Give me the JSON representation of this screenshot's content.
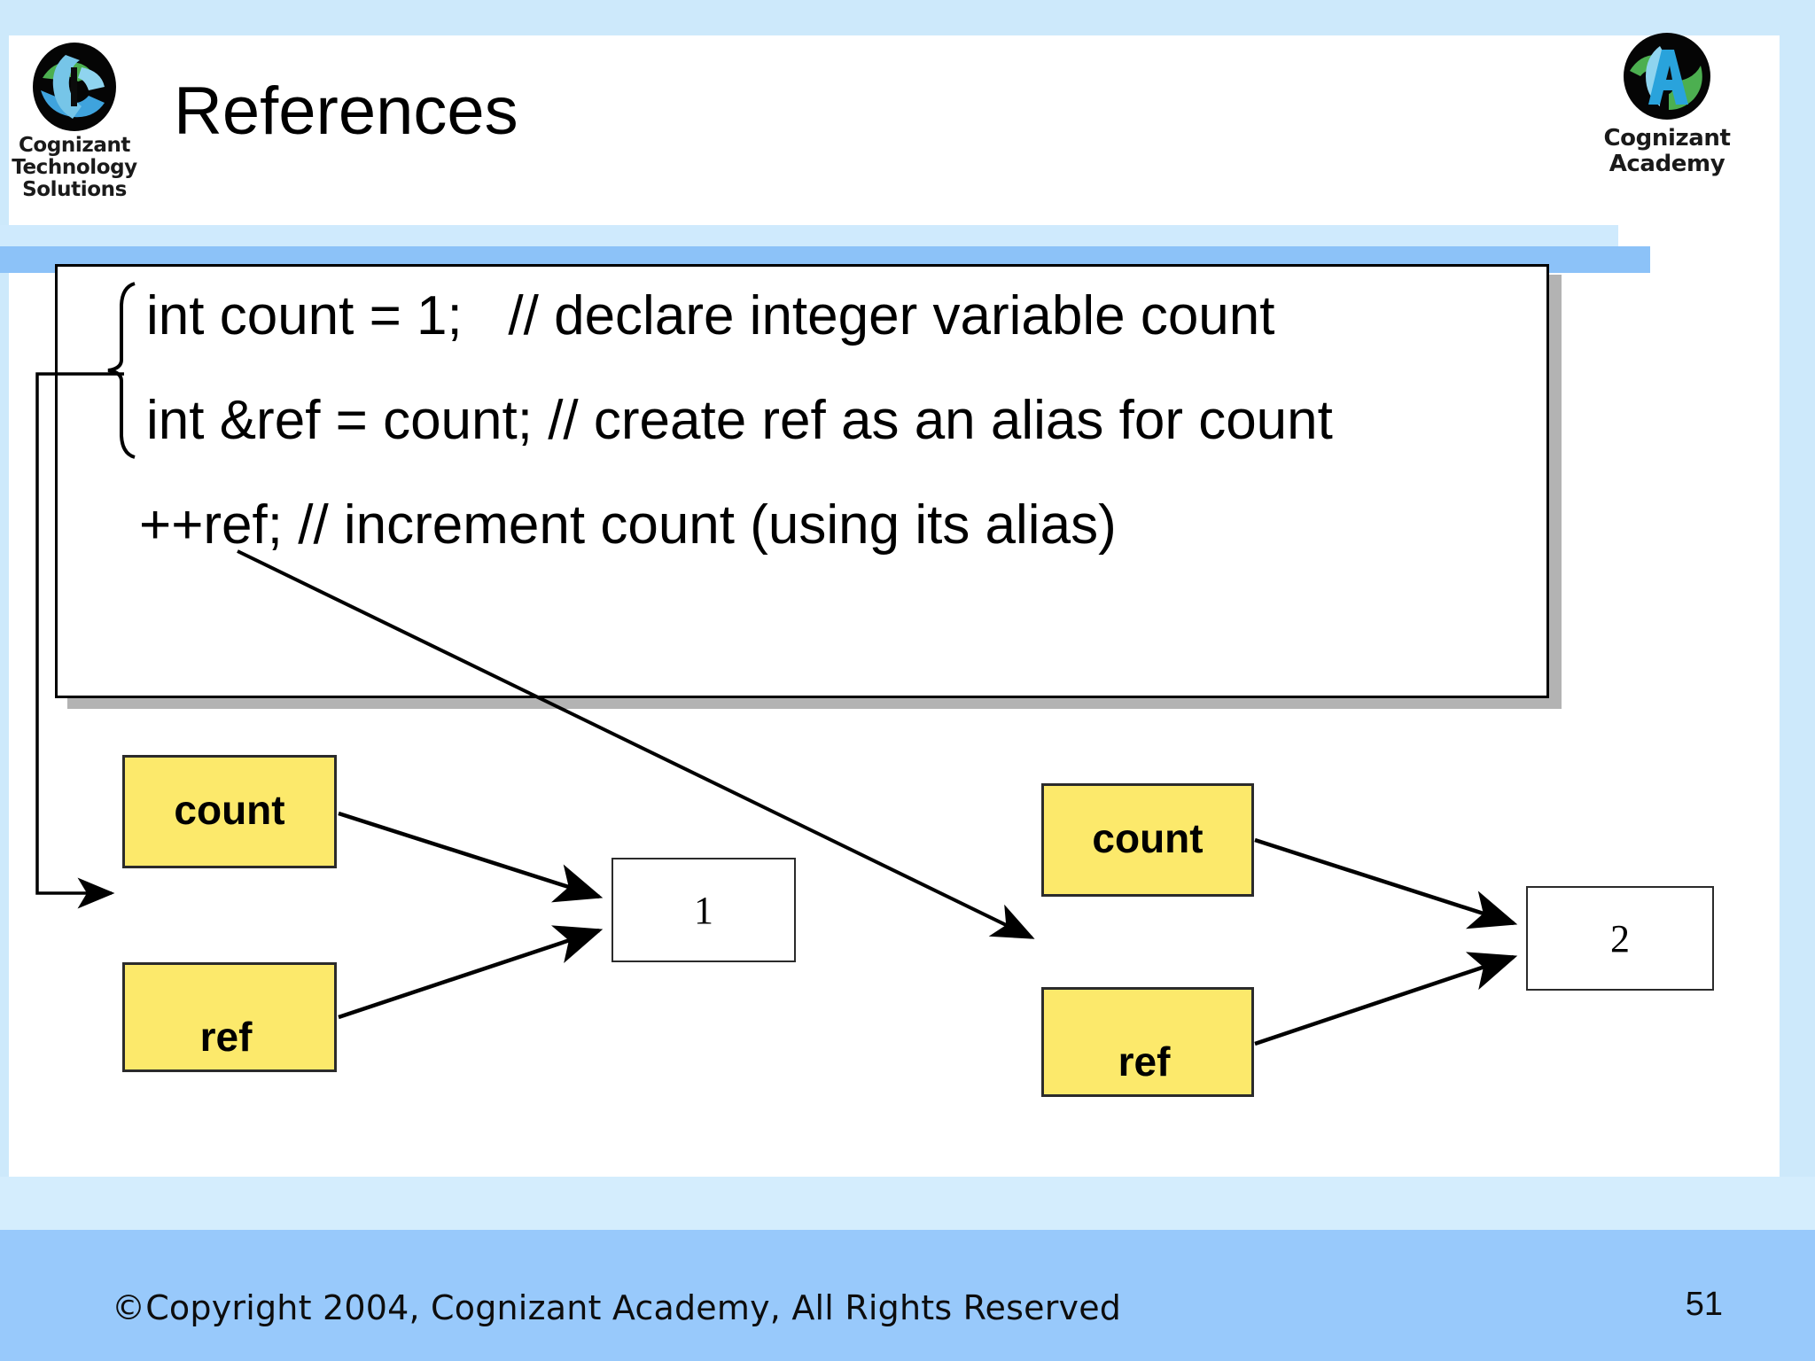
{
  "slide": {
    "title": "References",
    "page_number": "51",
    "footer": "©Copyright 2004, Cognizant Academy, All Rights Reserved"
  },
  "logos": {
    "left": {
      "name": "cognizant-technology-solutions-logo",
      "line1": "Cognizant",
      "line2": "Technology",
      "line3": "Solutions"
    },
    "right": {
      "name": "cognizant-academy-logo",
      "line1": "Cognizant",
      "line2": "Academy"
    }
  },
  "code_panel": {
    "lines": [
      "int count = 1;   // declare integer variable count",
      "int &ref = count; // create ref as an alias for count",
      "++ref; // increment count (using its alias)"
    ]
  },
  "diagram": {
    "before": {
      "variables": [
        {
          "label": "count"
        },
        {
          "label": "ref"
        }
      ],
      "value": "1"
    },
    "after": {
      "variables": [
        {
          "label": "count"
        },
        {
          "label": "ref"
        }
      ],
      "value": "2"
    }
  },
  "colors": {
    "frame_pale_blue": "#cde9fb",
    "footer_blue": "#98c9fb",
    "divider_pale": "#cfeafd",
    "divider_blue": "#8cc2f8",
    "variable_box_fill": "#fce96b",
    "box_border": "#2b2b2b",
    "shadow": "#b3b3b3"
  }
}
